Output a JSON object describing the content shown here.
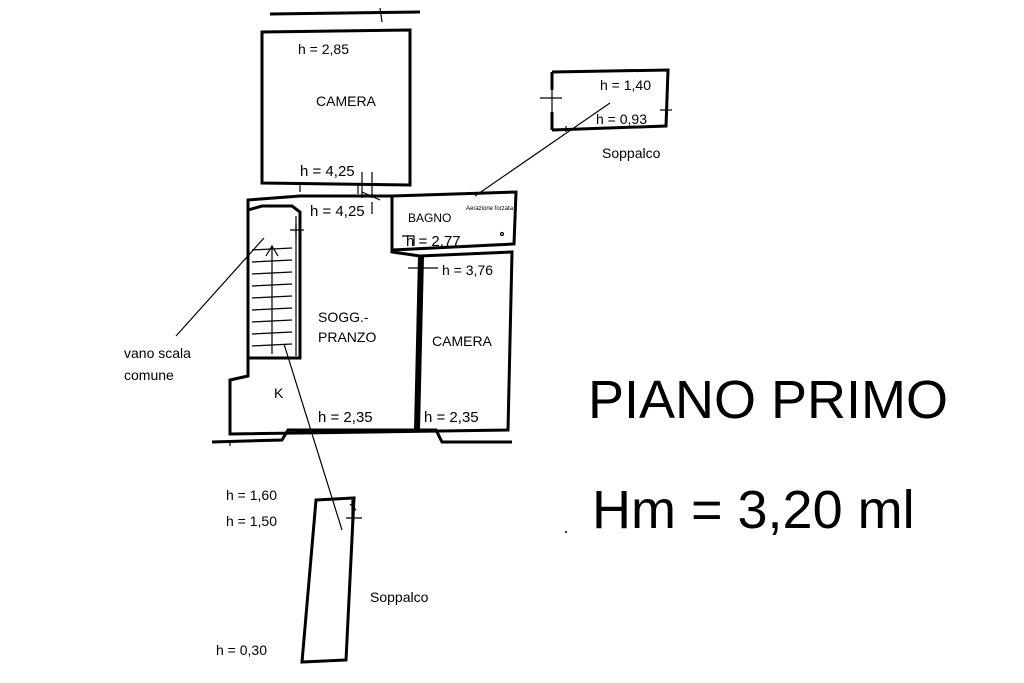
{
  "plan": {
    "title": "PIANO PRIMO",
    "mean_height": "Hm = 3,20 ml",
    "rooms": {
      "camera_top": "CAMERA",
      "camera_right": "CAMERA",
      "bagno": "BAGNO",
      "aerazione": "Aerazione forzata",
      "soggiorno_line1": "SOGG.-",
      "soggiorno_line2": "PRANZO",
      "cucina": "K",
      "soppalco_top": "Soppalco",
      "soppalco_bottom": "Soppalco",
      "vano_scala_line1": "vano scala",
      "vano_scala_line2": "comune"
    },
    "heights": {
      "h_285": "h = 2,85",
      "h_425_a": "h = 4,25",
      "h_425_b": "h = 4,25",
      "h_140": "h = 1,40",
      "h_093": "h = 0,93",
      "h_277": "h = 2,77",
      "h_376": "h = 3,76",
      "h_235_a": "h = 2,35",
      "h_235_b": "h = 2,35",
      "h_160": "h = 1,60",
      "h_150": "h = 1,50",
      "h_030": "h = 0,30"
    }
  }
}
